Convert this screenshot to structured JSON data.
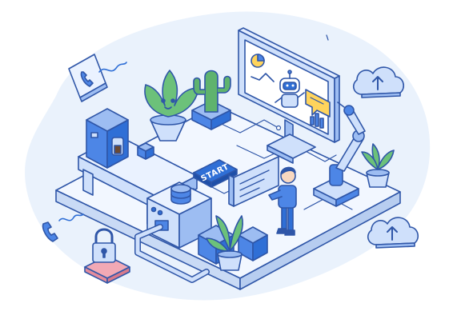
{
  "scene": {
    "start_button_label": "START"
  },
  "colors": {
    "outline": "#2f56a8",
    "blob_background": "#eaf2fc",
    "platform_top": "#f2f7ff",
    "platform_side": "#c9daf5",
    "light_blue": "#cfe0fb",
    "mid_blue": "#9dbdf2",
    "accent_blue": "#4d86e6",
    "deep_blue": "#2f6fd6",
    "plant_green": "#6cc17a",
    "cactus_green": "#5fb36e",
    "chat_yellow": "#ffd45c",
    "lock_pink": "#f2a9b5",
    "coffee_brown": "#6b4a34"
  },
  "icons": [
    "phone-icon",
    "phone-icon-small",
    "cloud-upload-icon",
    "cloud-upload-icon-lower",
    "padlock-icon",
    "robot-icon",
    "chat-bubble-icon",
    "bar-chart-icon",
    "pie-chart-icon",
    "line-chart-icon",
    "database-icon"
  ]
}
